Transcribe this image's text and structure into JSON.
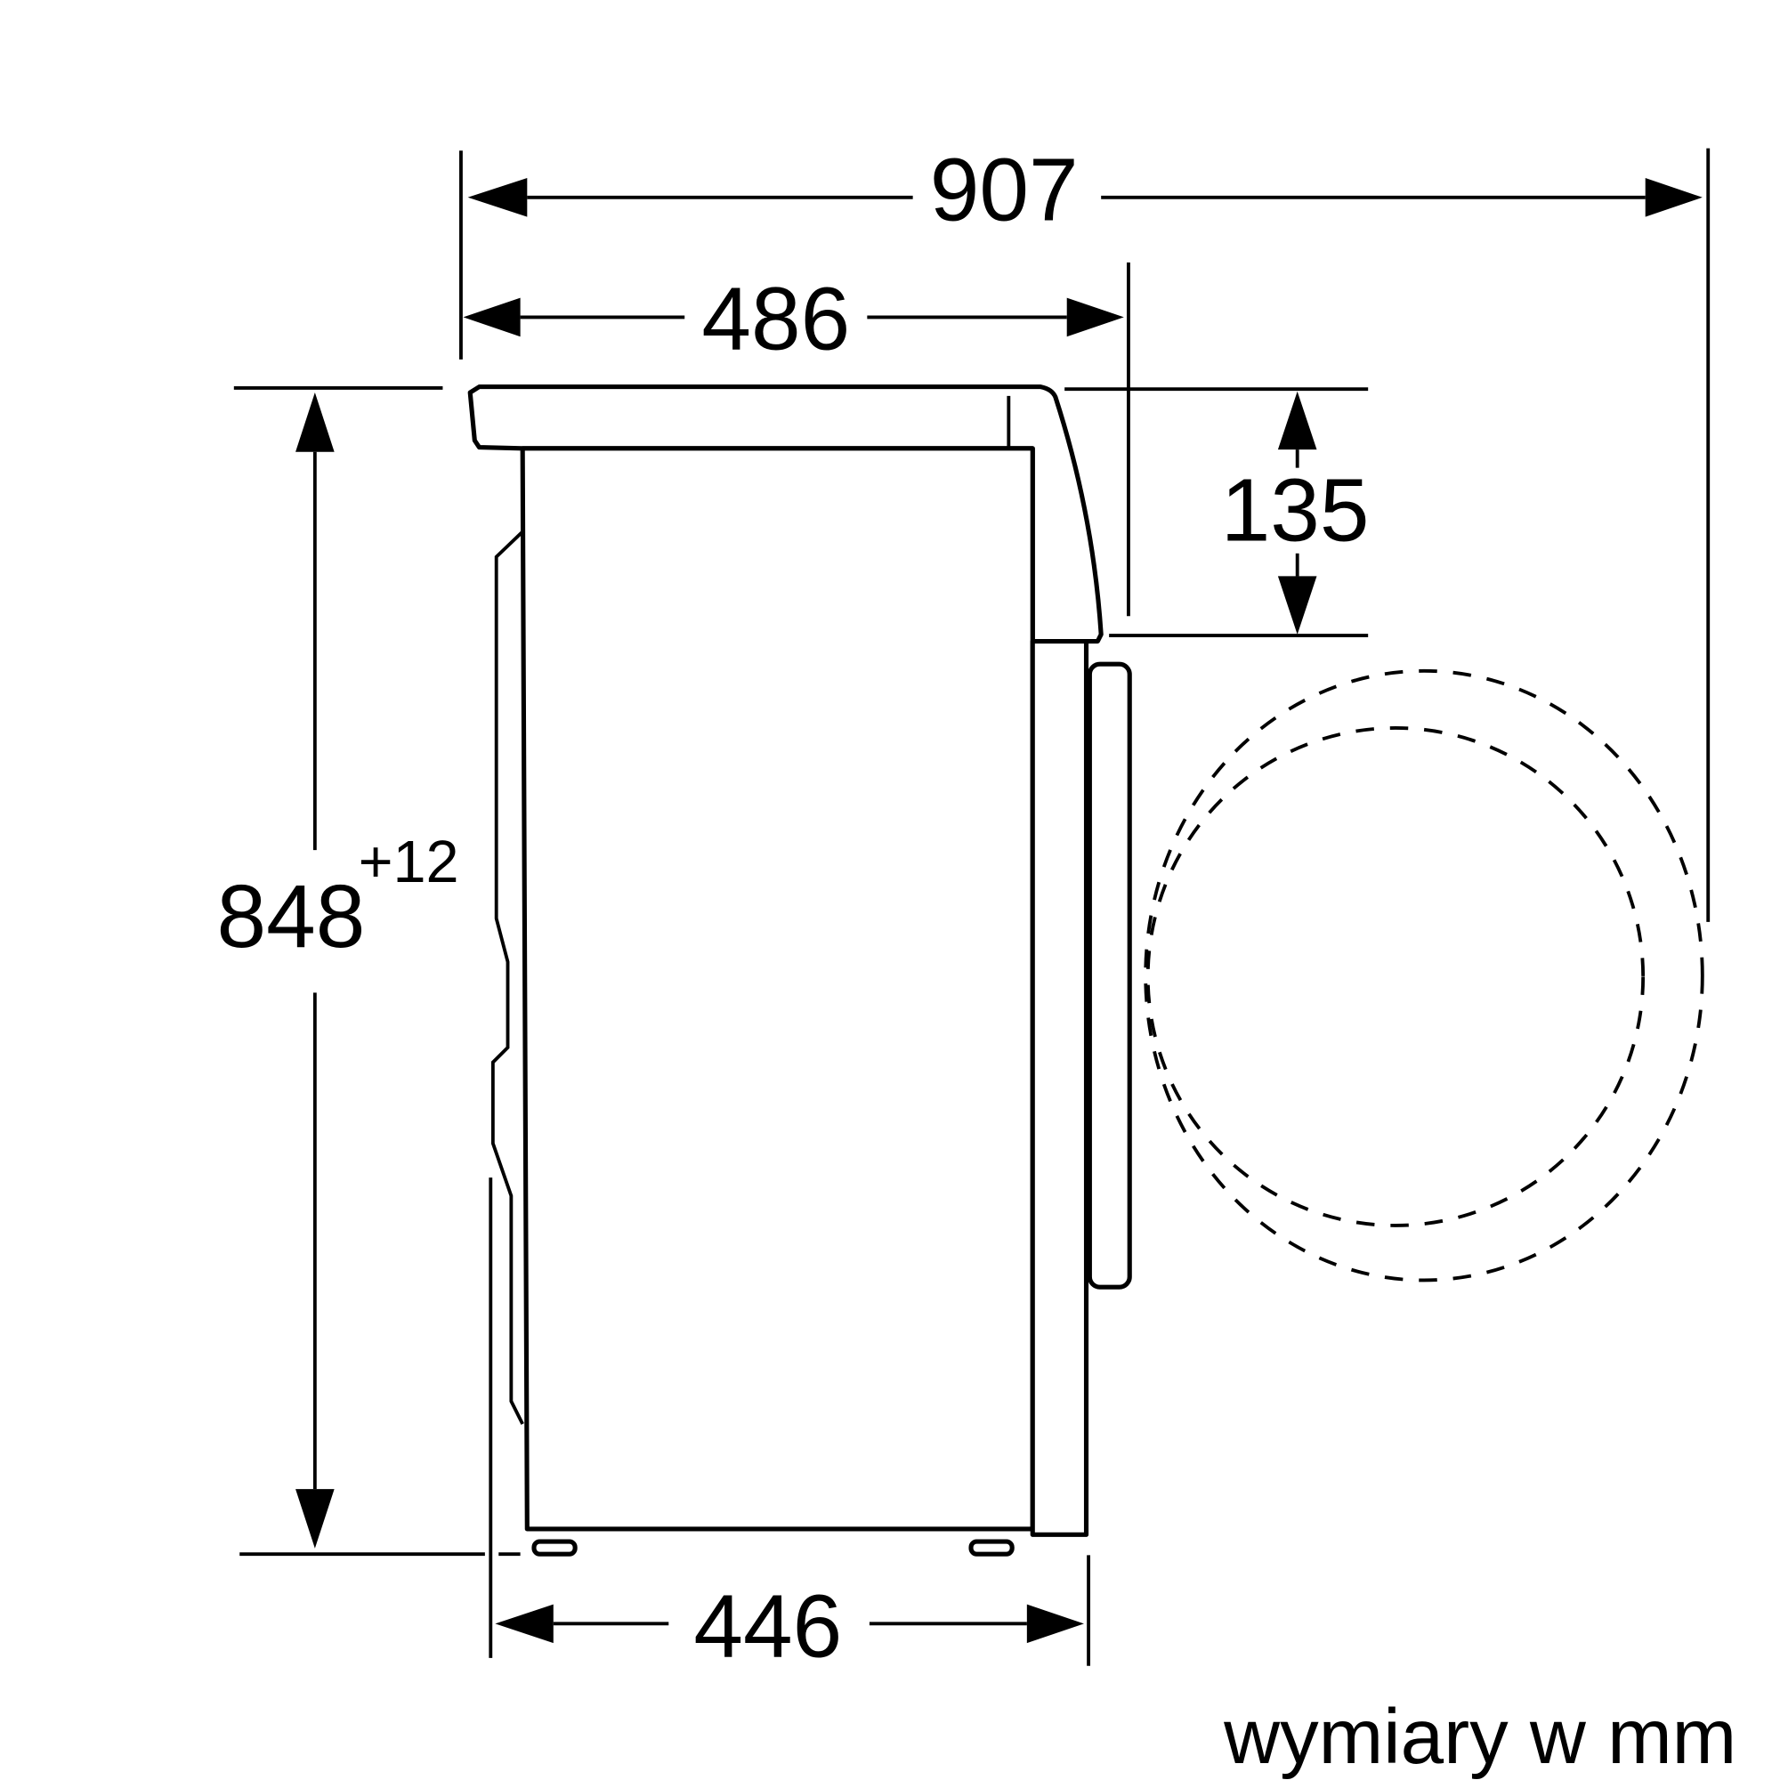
{
  "dimensions": {
    "total_depth": "907",
    "body_depth": "486",
    "top_offset": "135",
    "height": "848",
    "height_tolerance": "+12",
    "base_depth": "446"
  },
  "note": "wymiary w mm"
}
